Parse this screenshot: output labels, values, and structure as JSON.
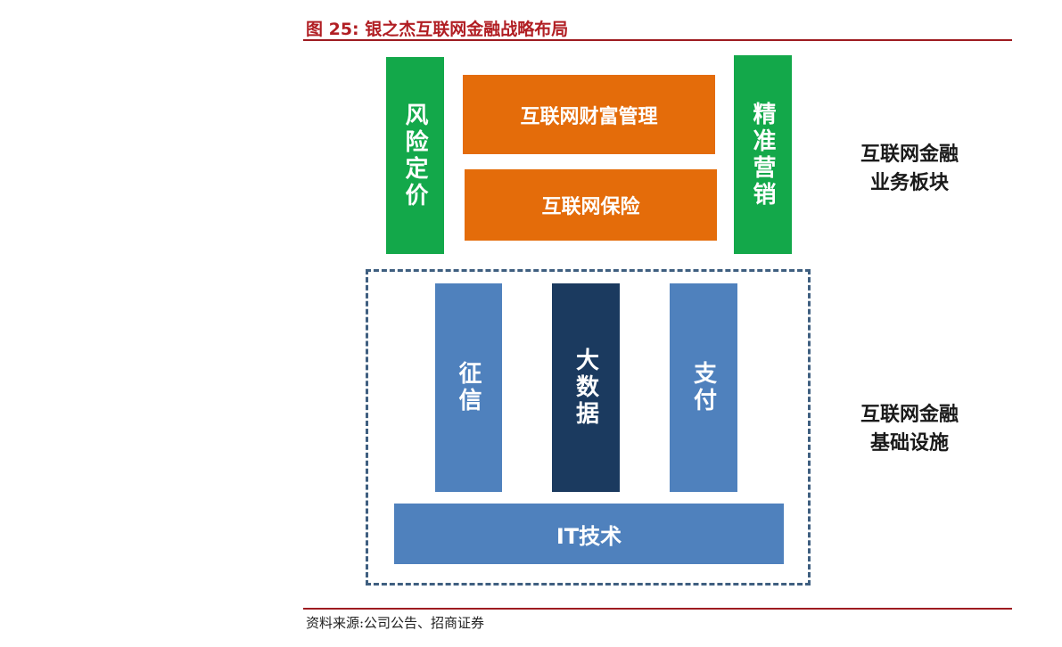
{
  "figure": {
    "title": "图 25:  银之杰互联网金融战略布局",
    "source": "资料来源:公司公告、招商证券"
  },
  "diagram": {
    "business_layer": {
      "left_pillar": "风险定价",
      "right_pillar": "精准营销",
      "center_top": "互联网财富管理",
      "center_bottom": "互联网保险",
      "label_line1": "互联网金融",
      "label_line2": "业务板块"
    },
    "infrastructure_layer": {
      "pillar_1": "征信",
      "pillar_2": "大数据",
      "pillar_3": "支付",
      "base": "IT技术",
      "label_line1": "互联网金融",
      "label_line2": "基础设施"
    }
  },
  "colors": {
    "accent_red": "#b11e23",
    "green": "#13a84a",
    "orange": "#e46c0a",
    "blue": "#4f81bd",
    "navy": "#1b3a5f"
  }
}
